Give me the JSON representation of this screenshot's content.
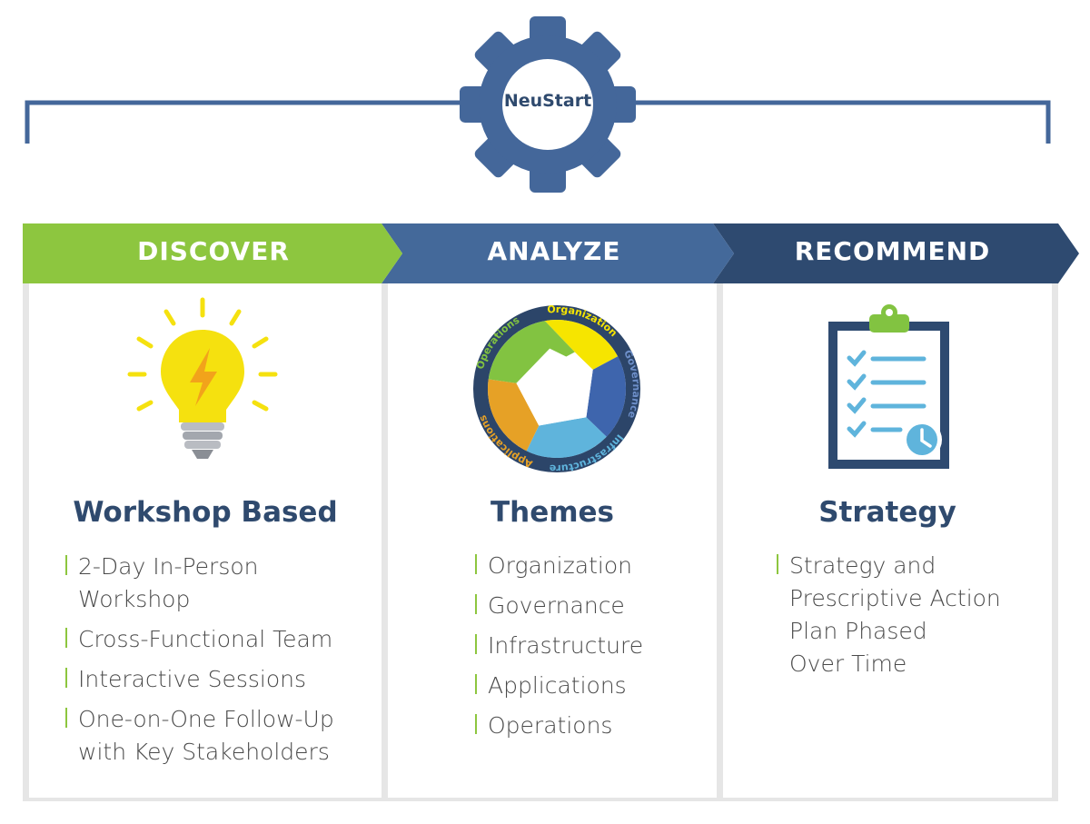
{
  "logo": {
    "text": "NeuStart"
  },
  "colors": {
    "green": "#8dc63f",
    "blue": "#44699a",
    "navy": "#2e4a70",
    "gear": "#44679a",
    "title": "#2f4a6e"
  },
  "phases": [
    {
      "label": "DISCOVER",
      "title": "Workshop Based",
      "icon": "lightbulb-icon",
      "items": [
        "2-Day In-Person\nWorkshop",
        "Cross-Functional Team",
        "Interactive Sessions",
        "One-on-One Follow-Up\nwith Key Stakeholders"
      ]
    },
    {
      "label": "ANALYZE",
      "title": "Themes",
      "icon": "themes-wheel-icon",
      "wheel_labels": [
        "Organization",
        "Governance",
        "Infrastructure",
        "Applications",
        "Operations"
      ],
      "items": [
        "Organization",
        "Governance",
        "Infrastructure",
        "Applications",
        "Operations"
      ]
    },
    {
      "label": "RECOMMEND",
      "title": "Strategy",
      "icon": "clipboard-checklist-icon",
      "items": [
        "Strategy and\nPrescriptive Action\nPlan Phased\nOver Time"
      ]
    }
  ]
}
